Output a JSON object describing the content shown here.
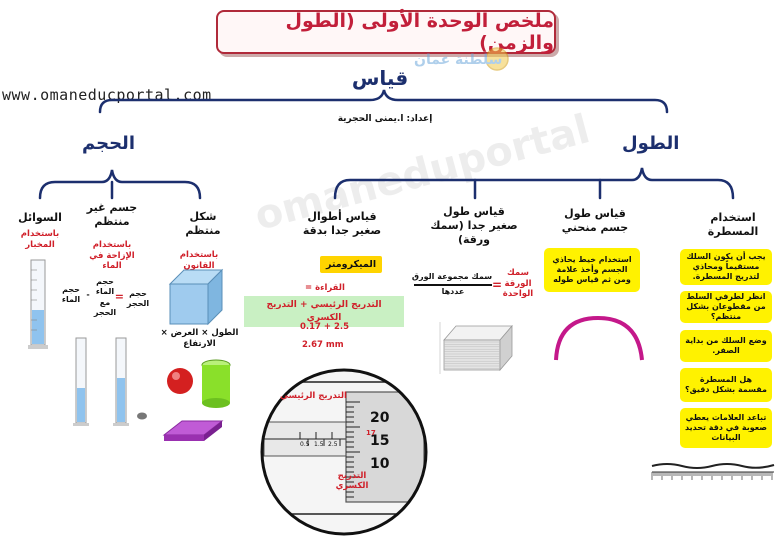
{
  "header": {
    "title": "ملخص الوحدة الأولى (الطول والزمن)",
    "website": "www.omaneducportal.com",
    "ministry_logo_text": "سلطنة عمان"
  },
  "root": {
    "title": "قياس",
    "author": "إعداد: ا.يمنى الحجرية"
  },
  "length": {
    "title": "الطول",
    "ruler": {
      "label": "استخدام المسطرة",
      "tips": [
        "يجب أن يكون السلك مستقيماً ومحاذي لتدريج المسطرة.",
        "انظر لطرفي السلط من مقطوعان بشكل منتظم؟",
        "وضع السلك من بداية الصفر.",
        "هل المسطرة مقسمة بشكل دقيق؟",
        "تباعد العلامات يعطي صعوبة في دقة تحديد البيانات"
      ]
    },
    "curved": {
      "label": "قياس طول جسم منحني",
      "note": "استخدام خيط يحاذي الجسم وأخذ علامة ومن ثم قياس طوله"
    },
    "small": {
      "label": "قياس طول صغير جدا (سمك ورقة)",
      "lhs": "سمك الورقة الواحدة",
      "equals": "=",
      "numerator": "سمك مجموعة الورق",
      "denominator": "عددها"
    },
    "precise": {
      "label": "قياس أطوال صغير جدا بدقة",
      "tool": "الميكرومتر",
      "reading_label": "القراءة =",
      "formula": "التدريج الرئيسي + التدريج الكسري",
      "calc": "0.17 + 2.5",
      "result": "2.67 mm",
      "main_scale": "التدريج الرئيسي",
      "fractional_scale": "التدريج الكسري",
      "scale_numbers": [
        "20",
        "15",
        "10"
      ],
      "main_ticks": [
        "0.5",
        "1.5",
        "2.5"
      ],
      "pointer_value": "17"
    }
  },
  "volume": {
    "title": "الحجم",
    "regular": {
      "label": "شكل منتظم",
      "method": "باستخدام القانون",
      "formula": "الطول × العرض × الارتفاع"
    },
    "irregular": {
      "label": "جسم غير منتظم",
      "method": "باستخدام الإزاحة في الماء",
      "stone_volume": "حجم الحجر",
      "equals": "=",
      "water_with_stone": "حجم الماء مع الحجر",
      "minus": "-",
      "water_volume": "حجم الماء"
    },
    "liquids": {
      "label": "السوائل",
      "method": "باستخدام المخبار"
    }
  },
  "colors": {
    "navy": "#1c2f6e",
    "red": "#d0202a",
    "yellow": "#fff200",
    "green_box": "#c9f0c3"
  }
}
